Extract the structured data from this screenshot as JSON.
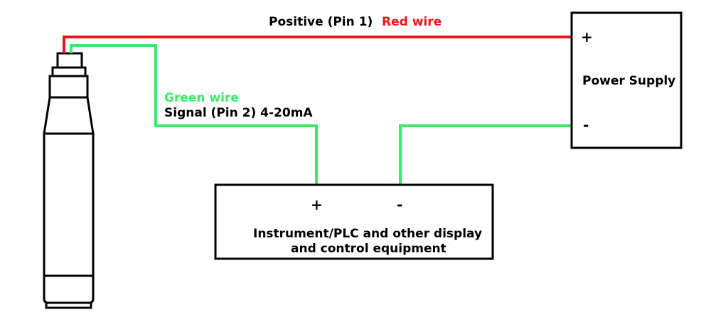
{
  "labels": {
    "positive_pin": "Positive (Pin 1)",
    "red_wire": "Red wire",
    "green_wire": "Green wire",
    "signal_pin": "Signal (Pin 2) 4-20mA"
  },
  "power_supply": {
    "title": "Power Supply",
    "plus": "+",
    "minus": "-"
  },
  "instrument": {
    "plus": "+",
    "minus": "-",
    "line1": "Instrument/PLC and other display",
    "line2": "and control equipment"
  },
  "colors": {
    "red_wire": "#e8141b",
    "green_wire": "#3ee86a",
    "outline": "#000000"
  }
}
